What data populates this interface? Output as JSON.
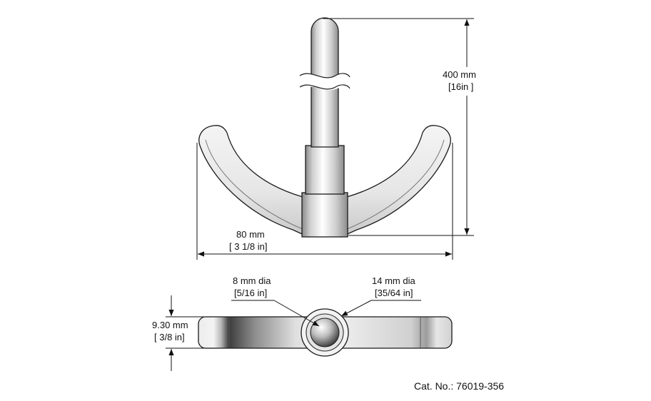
{
  "dimensions": {
    "height": {
      "metric": "400 mm",
      "imperial": "[16in ]"
    },
    "width": {
      "metric": "80 mm",
      "imperial": "[ 3 1/8 in]"
    },
    "pin_diameter": {
      "metric": "8 mm dia",
      "imperial": "[5/16 in]"
    },
    "hub_diameter": {
      "metric": "14 mm dia",
      "imperial": "[35/64 in]"
    },
    "thickness": {
      "metric": "9.30 mm",
      "imperial": "[ 3/8 in]"
    }
  },
  "catalog": {
    "label": "Cat. No.: 76019-356"
  }
}
